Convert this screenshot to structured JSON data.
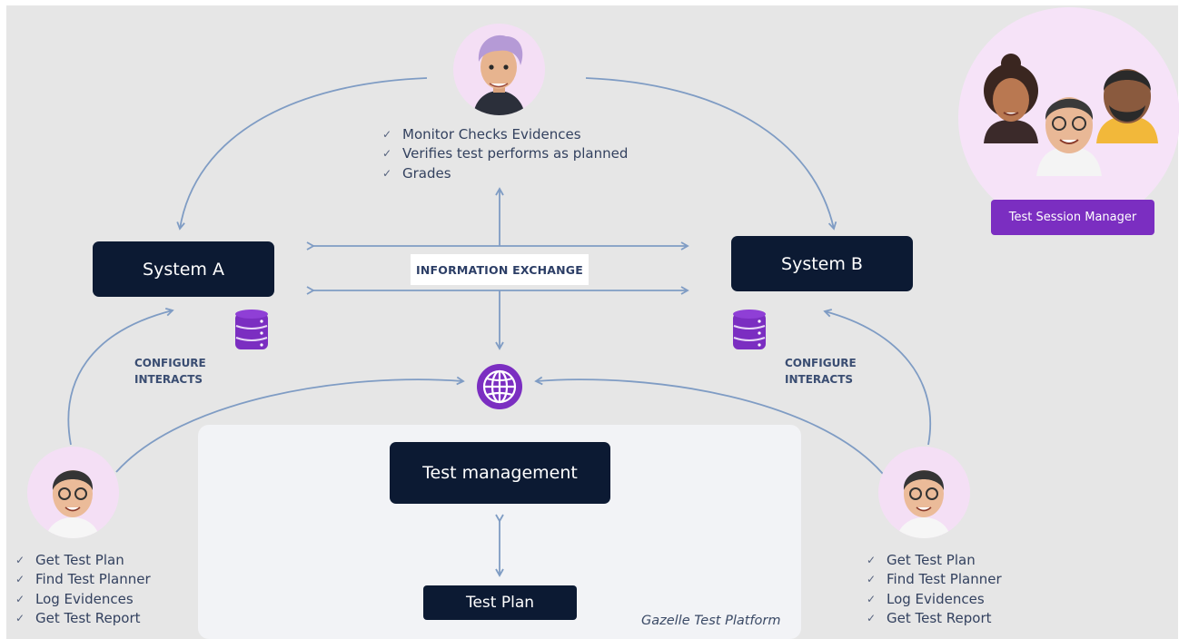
{
  "monitor": {
    "items": [
      "Monitor Checks Evidences",
      "Verifies test performs as planned",
      "Grades"
    ]
  },
  "systems": {
    "a_label": "System A",
    "b_label": "System B"
  },
  "exchange_label": "INFORMATION EXCHANGE",
  "configure_left": [
    "CONFIGURE",
    "INTERACTS"
  ],
  "configure_right": [
    "CONFIGURE",
    "INTERACTS"
  ],
  "test_management_label": "Test management",
  "test_plan_label": "Test Plan",
  "platform_label": "Gazelle Test Platform",
  "session_manager_label": "Test Session Manager",
  "tester_left": {
    "items": [
      "Get Test Plan",
      "Find Test Planner",
      "Log Evidences",
      "Get Test Report"
    ]
  },
  "tester_right": {
    "items": [
      "Get Test Plan",
      "Find Test Planner",
      "Log Evidences",
      "Get Test Report"
    ]
  },
  "colors": {
    "dark_box": "#0c1a33",
    "accent_purple": "#7b2ec1",
    "arrow": "#7f9cc4",
    "avatar_bg": "#f4dff5"
  }
}
